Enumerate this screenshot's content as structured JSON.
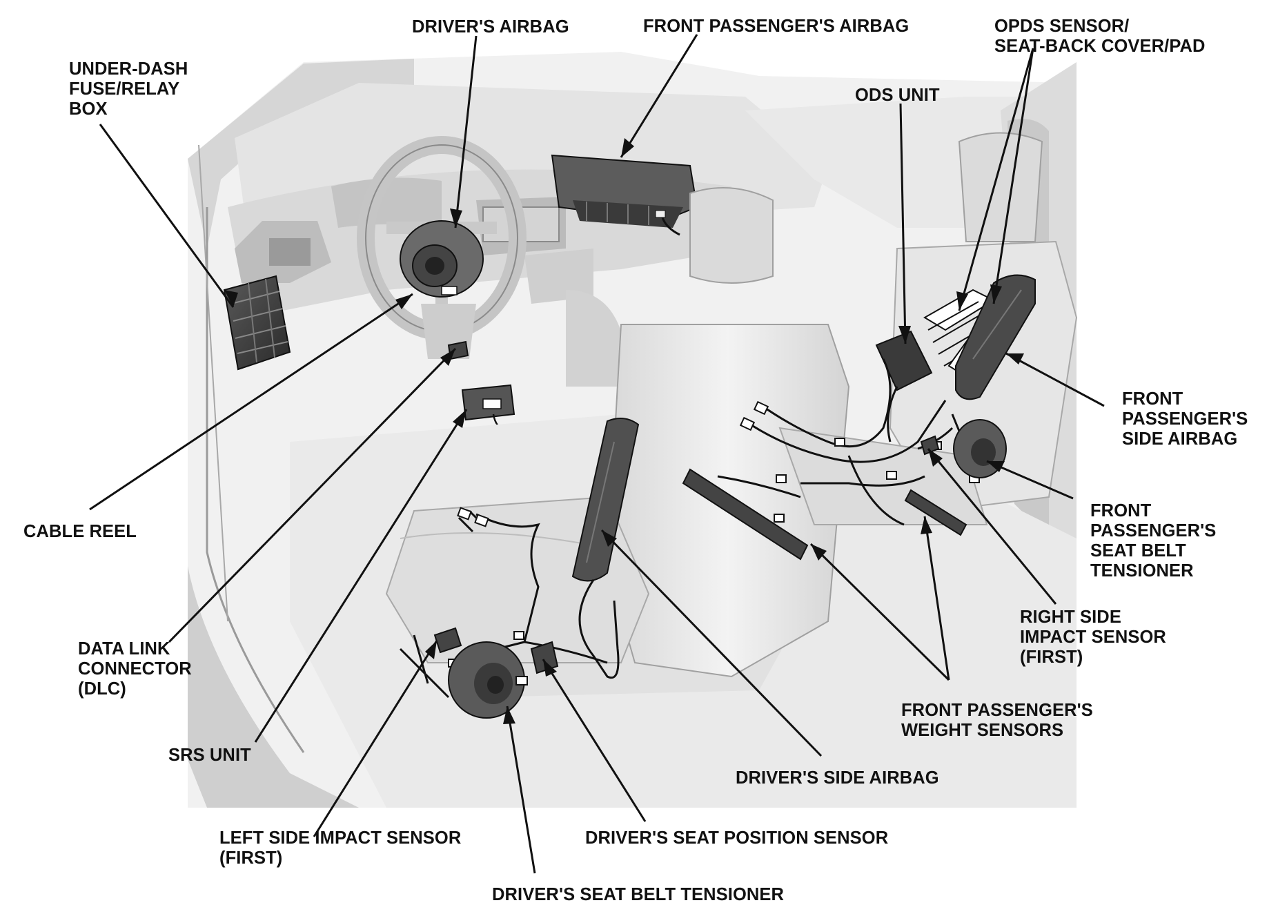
{
  "colors": {
    "background": "#ffffff",
    "interior_light": "#ececec",
    "interior_mid": "#cfcfcf",
    "interior_dark": "#9a9a9a",
    "component_dark": "#3a3a3a",
    "leader": "#111111",
    "text": "#111111"
  },
  "labels": {
    "under_dash_fuse_relay_box": "UNDER-DASH\nFUSE/RELAY\nBOX",
    "drivers_airbag": "DRIVER'S AIRBAG",
    "front_passengers_airbag": "FRONT PASSENGER'S AIRBAG",
    "opds_sensor": "OPDS SENSOR/\nSEAT-BACK COVER/PAD",
    "ods_unit": "ODS UNIT",
    "front_passengers_side_airbag": "FRONT\nPASSENGER'S\nSIDE AIRBAG",
    "front_passengers_seat_belt_tensioner": "FRONT\nPASSENGER'S\nSEAT BELT\nTENSIONER",
    "right_side_impact_sensor": "RIGHT SIDE\nIMPACT SENSOR\n(FIRST)",
    "front_passengers_weight_sensors": "FRONT PASSENGER'S\nWEIGHT SENSORS",
    "drivers_side_airbag": "DRIVER'S SIDE AIRBAG",
    "drivers_seat_position_sensor": "DRIVER'S SEAT POSITION SENSOR",
    "drivers_seat_belt_tensioner": "DRIVER'S SEAT BELT TENSIONER",
    "left_side_impact_sensor": "LEFT SIDE IMPACT SENSOR\n(FIRST)",
    "srs_unit": "SRS UNIT",
    "data_link_connector": "DATA LINK\nCONNECTOR\n(DLC)",
    "cable_reel": "CABLE REEL"
  }
}
